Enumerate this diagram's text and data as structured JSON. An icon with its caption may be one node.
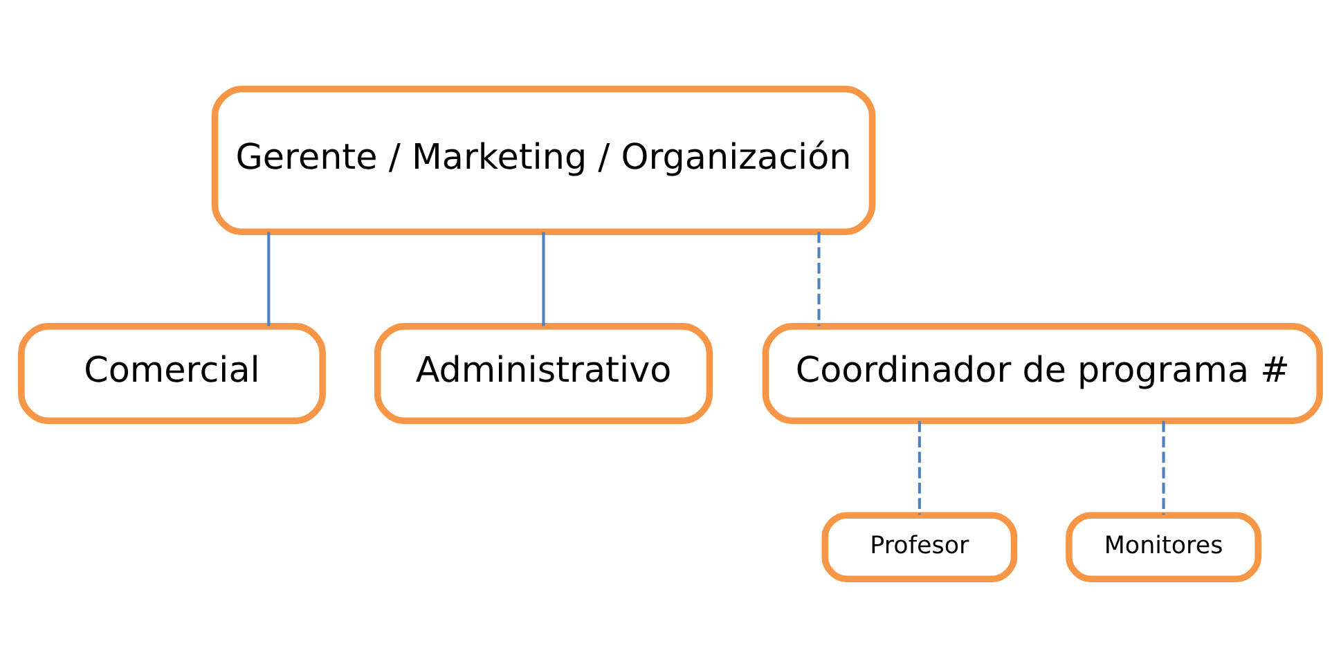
{
  "diagram": {
    "nodes": [
      {
        "text": [
          "Gerente / Marketing / Organización"
        ]
      },
      {
        "text": [
          "Comercial"
        ]
      },
      {
        "text": [
          "Administrativo"
        ]
      },
      {
        "text": [
          "Coordinador de programa #"
        ]
      },
      {
        "text": [
          "Profesor"
        ]
      },
      {
        "text": [
          "Monitores"
        ]
      }
    ],
    "edges": [
      {
        "from": 0,
        "to": 1,
        "arrow": "none"
      },
      {
        "from": 0,
        "to": 2,
        "arrow": "none"
      },
      {
        "from": 0,
        "to": 3,
        "arrow": "none",
        "style": "dashed"
      },
      {
        "from": 3,
        "to": 4,
        "arrow": "none",
        "style": "dashed"
      },
      {
        "from": 3,
        "to": 5,
        "arrow": "none",
        "style": "dashed"
      }
    ]
  }
}
